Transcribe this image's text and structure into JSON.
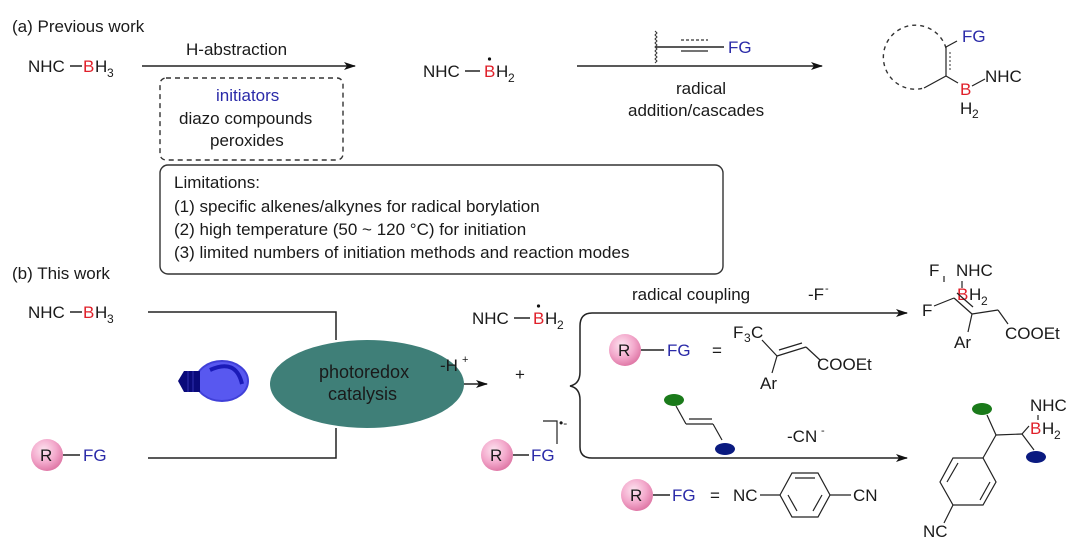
{
  "panel_a": {
    "label": "(a) Previous work",
    "reactant": {
      "prefix": "NHC",
      "boron": "B",
      "suffix": "H",
      "sub": "3"
    },
    "arrow1_label": "H-abstraction",
    "initiators_box": {
      "title": "initiators",
      "line1": "diazo compounds",
      "line2": "peroxides"
    },
    "radical": {
      "prefix": "NHC",
      "boron": "B",
      "suffix": "H",
      "sub": "2"
    },
    "arrow2_above": "FG",
    "arrow2_label_line1": "radical",
    "arrow2_label_line2": "addition/cascades",
    "product": {
      "fg": "FG",
      "boron": "B",
      "nhc": "NHC",
      "h": "H",
      "sub": "2"
    }
  },
  "limitations": {
    "title": "Limitations:",
    "items": [
      "(1) specific alkenes/alkynes for radical borylation",
      "(2) high temperature (50 ~ 120 °C) for initiation",
      "(3) limited numbers of initiation methods and reaction modes"
    ]
  },
  "panel_b": {
    "label": "(b) This work",
    "reactant1": {
      "prefix": "NHC",
      "boron": "B",
      "suffix": "H",
      "sub": "3"
    },
    "reactant2": {
      "r": "R",
      "fg": "FG"
    },
    "lightbulb_icon": "lightbulb-icon",
    "catalyst": {
      "line1": "photoredox",
      "line2": "catalysis",
      "color": "#3f7f78"
    },
    "minus_h": "-H",
    "minus_h_sup": "+",
    "plus": "+",
    "radical": {
      "prefix": "NHC",
      "boron": "B",
      "suffix": "H",
      "sub": "2"
    },
    "radical_anion": {
      "r": "R",
      "fg": "FG",
      "charge": "•-"
    },
    "upper_path": {
      "label": "radical coupling",
      "loss": "-F",
      "loss_sup": "-",
      "definition": {
        "r": "R",
        "fg": "FG",
        "eq": "=",
        "cf3": "F",
        "cf3_sub": "3",
        "cf3_c": "C",
        "ar": "Ar",
        "ester": "COOEt"
      },
      "product": {
        "f1": "F",
        "f2": "F",
        "nhc": "NHC",
        "boron": "B",
        "h": "H",
        "sub": "2",
        "ar": "Ar",
        "ester": "COOEt"
      }
    },
    "lower_path": {
      "loss": "-CN",
      "loss_sup": "-",
      "definition": {
        "r": "R",
        "fg": "FG",
        "eq": "=",
        "nc": "NC",
        "cn": "CN"
      },
      "product": {
        "nhc": "NHC",
        "boron": "B",
        "h": "H",
        "sub": "2",
        "nc": "NC"
      }
    }
  },
  "colors": {
    "boron": "#e0202a",
    "fg": "#2a2aa8",
    "catalyst": "#3f7f78",
    "green_group": "#1a7a1a",
    "blue_group": "#0a1a80",
    "r_ball": "#f0a8cc"
  }
}
